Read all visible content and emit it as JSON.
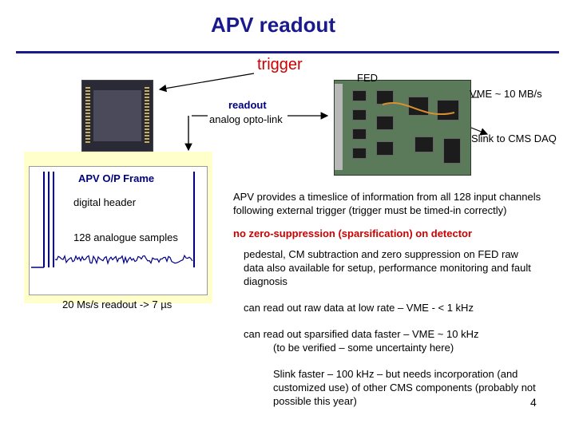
{
  "title": "APV readout",
  "labels": {
    "trigger": "trigger",
    "fed": "FED",
    "readout": "readout",
    "readout_sub": "analog opto-link",
    "vme_rate": "VME ~ 10 MB/s",
    "slink": "Slink to CMS DAQ"
  },
  "frame": {
    "title": "APV O/P Frame",
    "digital_header": "digital header",
    "analogue_samples": "128 analogue samples",
    "readout_rate": "20 Ms/s readout -> 7 µs"
  },
  "bullets": {
    "timeslice": "APV provides a timeslice of information from all 128 input channels following external trigger (trigger must be timed-in correctly)",
    "no_zero_supp": "no zero-suppression (sparsification) on detector",
    "pedestal": "pedestal, CM subtraction and zero suppression on FED raw data also available for setup, performance monitoring and fault diagnosis",
    "low_rate": "can read out raw data at low rate – VME - < 1 kHz",
    "sparsified": "can read out sparsified data faster – VME ~ 10 kHz",
    "sparsified_sub": "(to be verified – some uncertainty here)",
    "slink_faster": "Slink faster – 100 kHz – but needs incorporation (and customized use) of other CMS components (probably not possible this year)"
  },
  "page_number": "4",
  "colors": {
    "title": "#1a1a8c",
    "emphasis": "#cc0000",
    "frame_title": "#000080",
    "panel": "#ffffcc",
    "trace": "#000080"
  }
}
